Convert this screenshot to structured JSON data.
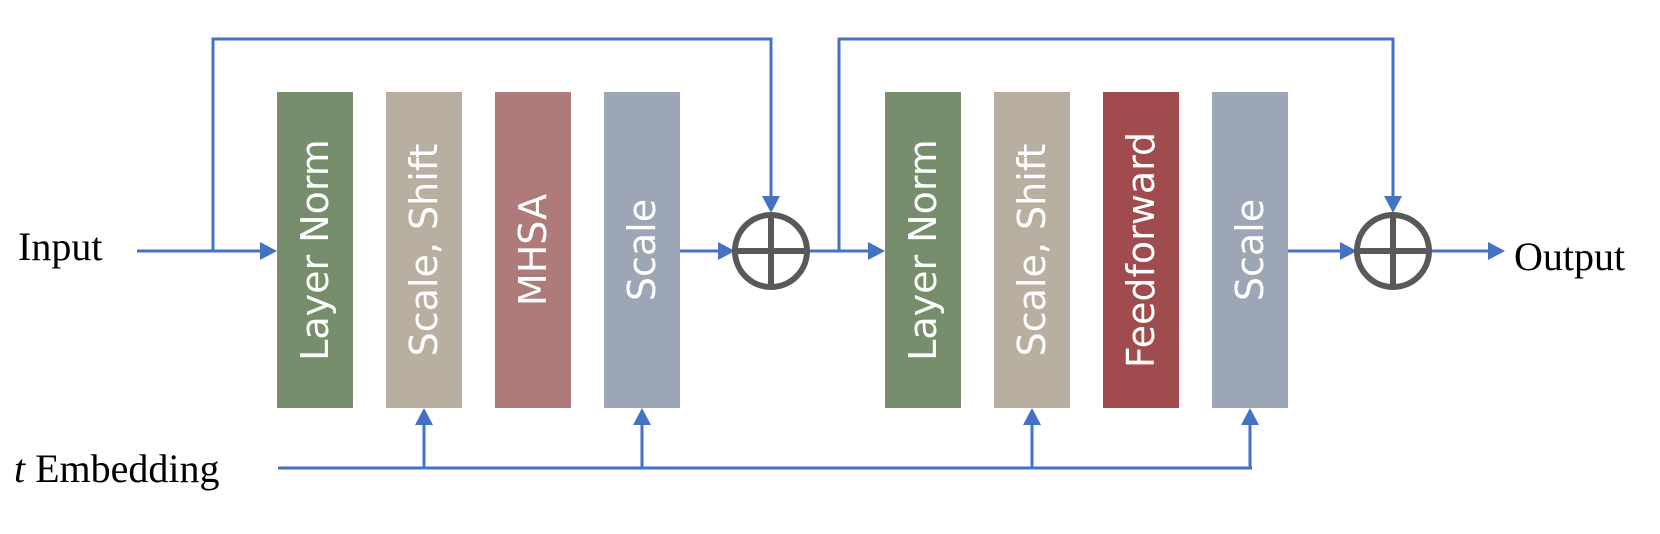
{
  "labels": {
    "input": "Input",
    "output": "Output",
    "t_embedding_var": "t",
    "t_embedding_text": " Embedding"
  },
  "blocks": [
    {
      "id": "layer-norm-1",
      "label": "Layer Norm",
      "color": "#768E6C"
    },
    {
      "id": "scale-shift-1",
      "label": "Scale, Shift",
      "color": "#B8AFA1"
    },
    {
      "id": "mhsa",
      "label": "MHSA",
      "color": "#AF7A7A"
    },
    {
      "id": "scale-1",
      "label": "Scale",
      "color": "#9CA6B6"
    },
    {
      "id": "layer-norm-2",
      "label": "Layer Norm",
      "color": "#768E6C"
    },
    {
      "id": "scale-shift-2",
      "label": "Scale, Shift",
      "color": "#B8AFA1"
    },
    {
      "id": "feedforward",
      "label": "Feedforward",
      "color": "#A04C4E"
    },
    {
      "id": "scale-2",
      "label": "Scale",
      "color": "#9CA6B6"
    }
  ],
  "colors": {
    "wire": "#4472C4",
    "sum_node": "#595959"
  },
  "icons": {
    "sum": "circled-plus-icon"
  }
}
